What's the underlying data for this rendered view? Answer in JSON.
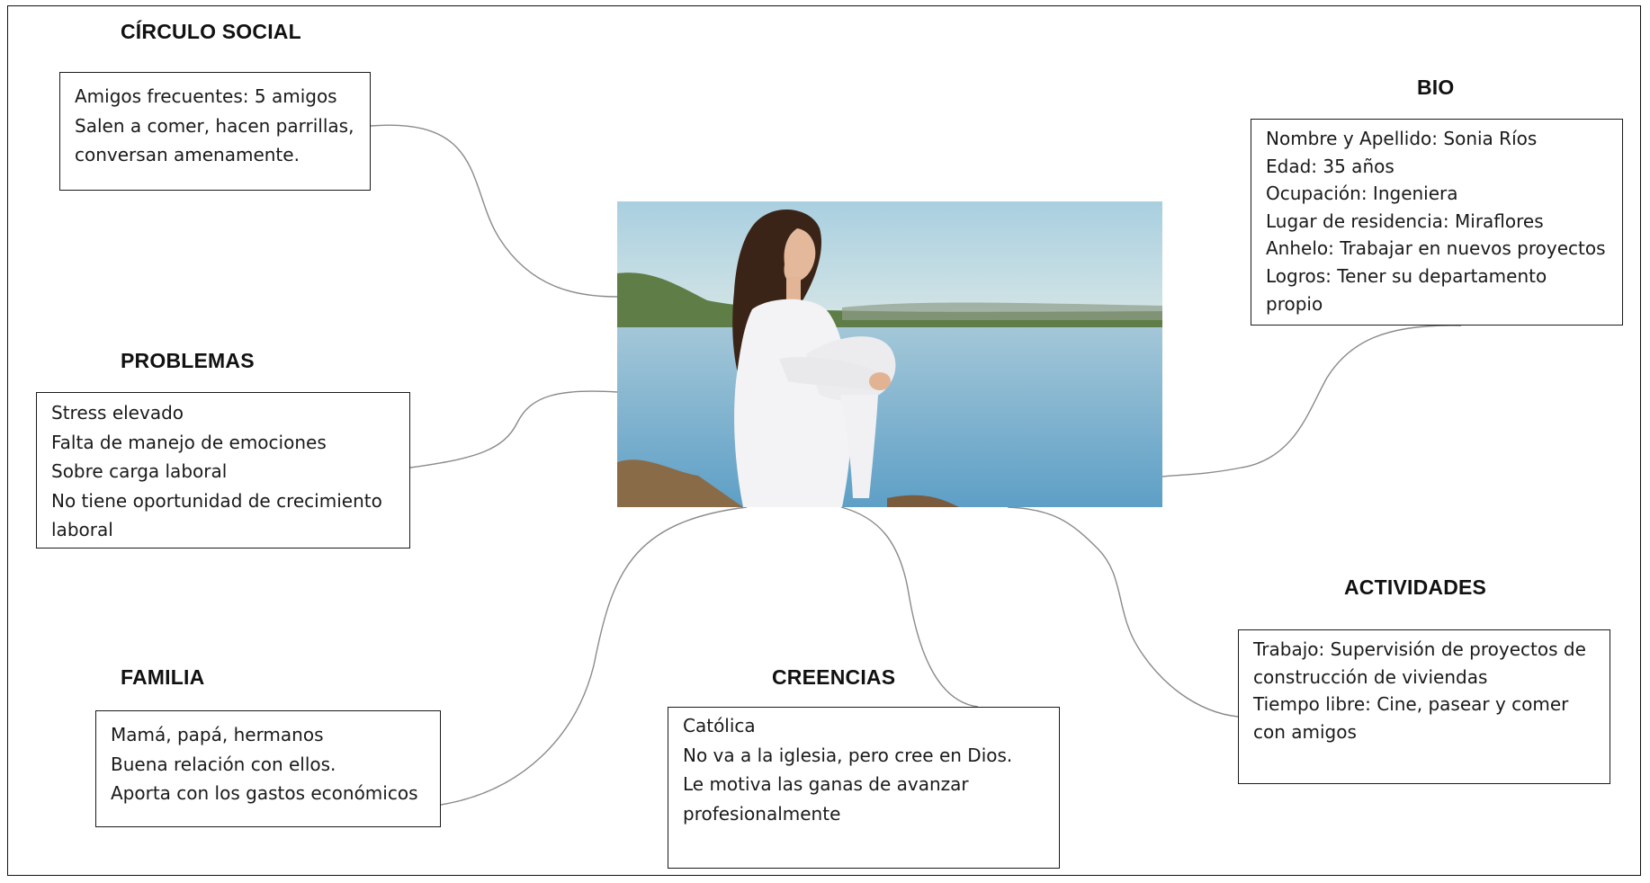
{
  "sections": {
    "circulo_social": {
      "title": "CÍRCULO SOCIAL",
      "lines": [
        "Amigos frecuentes: 5 amigos",
        "Salen a comer, hacen parrillas,",
        "conversan amenamente."
      ]
    },
    "problemas": {
      "title": "PROBLEMAS",
      "lines": [
        "Stress elevado",
        "Falta de manejo de emociones",
        "Sobre carga laboral",
        "No tiene oportunidad de crecimiento",
        "laboral"
      ]
    },
    "familia": {
      "title": "FAMILIA",
      "lines": [
        "Mamá, papá, hermanos",
        "Buena relación con ellos.",
        "Aporta con los gastos económicos"
      ]
    },
    "creencias": {
      "title": "CREENCIAS",
      "lines": [
        "Católica",
        "No va a la iglesia, pero cree en Dios.",
        "Le motiva las ganas de avanzar",
        "profesionalmente"
      ]
    },
    "bio": {
      "title": "BIO",
      "lines": [
        "Nombre y Apellido: Sonia Ríos",
        "Edad: 35 años",
        "Ocupación: Ingeniera",
        "Lugar de residencia: Miraflores",
        "Anhelo: Trabajar en nuevos proyectos",
        "Logros: Tener su departamento",
        "propio"
      ]
    },
    "actividades": {
      "title": "ACTIVIDADES",
      "lines": [
        "Trabajo: Supervisión de proyectos de",
        "construcción de viviendas",
        "Tiempo libre: Cine, pasear y comer",
        "con amigos"
      ]
    }
  },
  "colors": {
    "text": "#1a1a1a",
    "connector": "#8a8a8a",
    "sky": "#cfe3ea",
    "water": "#7fb6d2",
    "shore": "#5f7d46",
    "clothing": "#f3f3f5",
    "hair": "#3a2418"
  },
  "photo": {
    "subject": "persona-icon"
  }
}
